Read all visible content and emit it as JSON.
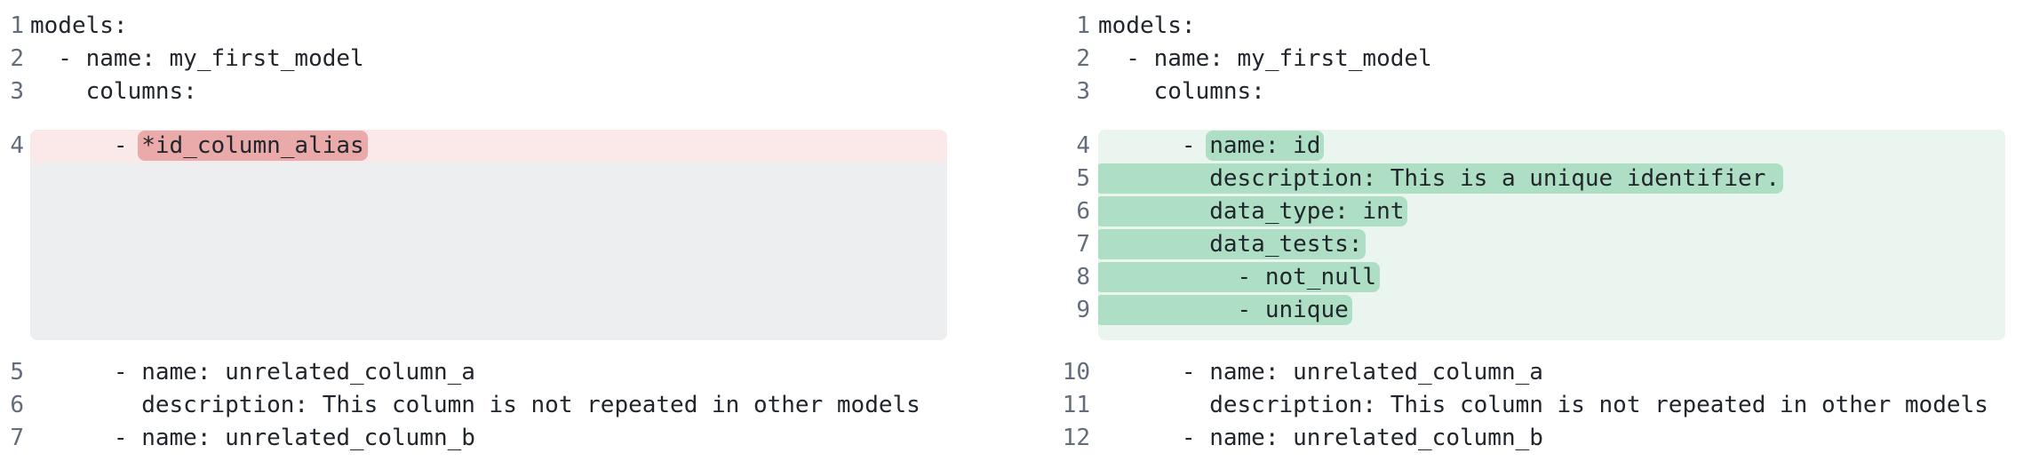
{
  "colors": {
    "code_text": "#21262c",
    "line_number": "#626c7a",
    "removed_line_bg": "#fbe9e9",
    "removed_word_bg": "#ebaaaa",
    "filler_bg": "#edeef0",
    "added_line_bg": "#ebf5ef",
    "added_word_bg": "#aedfc4"
  },
  "panes": {
    "before": {
      "lines": [
        {
          "num": "1",
          "type": "context",
          "segments": [
            {
              "text": "models:"
            }
          ]
        },
        {
          "num": "2",
          "type": "context",
          "segments": [
            {
              "text": "  - name: my_first_model"
            }
          ]
        },
        {
          "num": "3",
          "type": "context",
          "segments": [
            {
              "text": "    columns:"
            }
          ]
        },
        {
          "num": "4",
          "type": "removed",
          "spacing": "block-start",
          "segments": [
            {
              "text": "      - "
            },
            {
              "text": "*id_column_alias",
              "highlight": true
            }
          ]
        },
        {
          "num": "",
          "type": "filler",
          "segments": [
            {
              "text": ""
            }
          ]
        },
        {
          "num": "5",
          "type": "context",
          "spacing": "after-block",
          "segments": [
            {
              "text": "      - name: unrelated_column_a"
            }
          ]
        },
        {
          "num": "6",
          "type": "context",
          "segments": [
            {
              "text": "        description: This column is not repeated in other models"
            }
          ]
        },
        {
          "num": "7",
          "type": "context",
          "segments": [
            {
              "text": "      - name: unrelated_column_b"
            }
          ]
        }
      ]
    },
    "after": {
      "lines": [
        {
          "num": "1",
          "type": "context",
          "segments": [
            {
              "text": "models:"
            }
          ]
        },
        {
          "num": "2",
          "type": "context",
          "segments": [
            {
              "text": "  - name: my_first_model"
            }
          ]
        },
        {
          "num": "3",
          "type": "context",
          "segments": [
            {
              "text": "    columns:"
            }
          ]
        },
        {
          "num": "4",
          "type": "added",
          "pos": "first",
          "spacing": "block-start",
          "segments": [
            {
              "text": "      - "
            },
            {
              "text": "name: id",
              "highlight": true
            }
          ]
        },
        {
          "num": "5",
          "type": "added",
          "segments": [
            {
              "text": "        description: This is a unique identifier.",
              "highlight": true
            }
          ]
        },
        {
          "num": "6",
          "type": "added",
          "segments": [
            {
              "text": "        data_type: int",
              "highlight": true
            }
          ]
        },
        {
          "num": "7",
          "type": "added",
          "segments": [
            {
              "text": "        data_tests:",
              "highlight": true
            }
          ]
        },
        {
          "num": "8",
          "type": "added",
          "segments": [
            {
              "text": "          - not_null",
              "highlight": true
            }
          ]
        },
        {
          "num": "9",
          "type": "added",
          "pos": "last",
          "segments": [
            {
              "text": "          - unique",
              "highlight": true
            }
          ]
        },
        {
          "num": "10",
          "type": "context",
          "spacing": "after-block",
          "segments": [
            {
              "text": "      - name: unrelated_column_a"
            }
          ]
        },
        {
          "num": "11",
          "type": "context",
          "segments": [
            {
              "text": "        description: This column is not repeated in other models"
            }
          ]
        },
        {
          "num": "12",
          "type": "context",
          "segments": [
            {
              "text": "      - name: unrelated_column_b"
            }
          ]
        }
      ]
    }
  }
}
